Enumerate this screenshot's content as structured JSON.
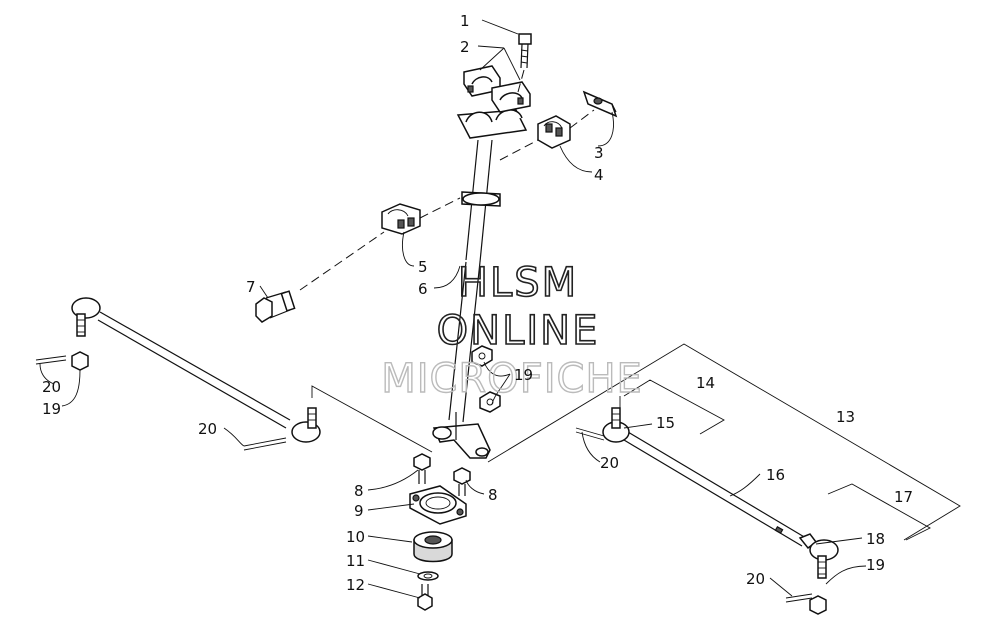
{
  "watermark": {
    "line1": "HLSM",
    "line2": "ONLINE",
    "line3": "MICROFICHE"
  },
  "callouts": {
    "c1": "1",
    "c2": "2",
    "c3": "3",
    "c4": "4",
    "c5": "5",
    "c6": "6",
    "c7": "7",
    "c8a": "8",
    "c8b": "8",
    "c9": "9",
    "c10": "10",
    "c11": "11",
    "c12": "12",
    "c13": "13",
    "c14": "14",
    "c15": "15",
    "c16": "16",
    "c17": "17",
    "c18": "18",
    "c19a": "19",
    "c19b": "19",
    "c19c": "19",
    "c20a": "20",
    "c20b": "20",
    "c20c": "20",
    "c20d": "20"
  }
}
